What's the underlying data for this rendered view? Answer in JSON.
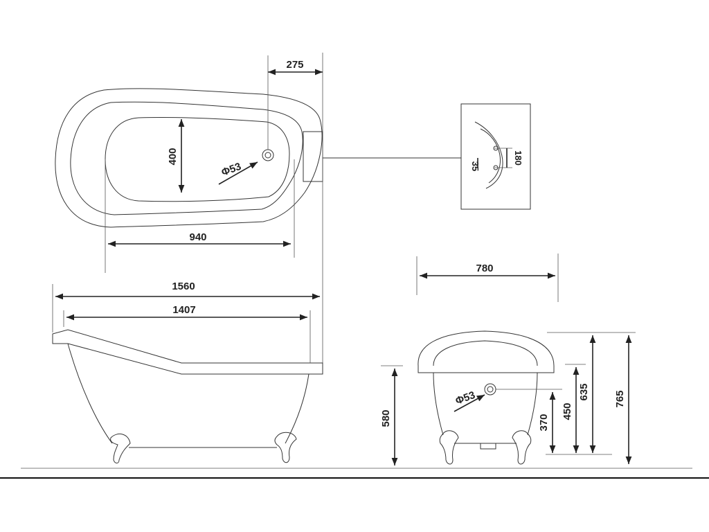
{
  "dimensions": {
    "top_offset": "275",
    "inner_width": "400",
    "drain_diameter_top": "Φ53",
    "inner_length": "940",
    "total_length": "1560",
    "base_length": "1407",
    "total_width": "780",
    "rim_height_side": "580",
    "drain_diameter_end": "Φ53",
    "drain_height": "370",
    "overflow_height": "450",
    "rim_height": "635",
    "total_height": "765",
    "tap_hole_spacing": "180",
    "tap_hole_offset": "35"
  }
}
